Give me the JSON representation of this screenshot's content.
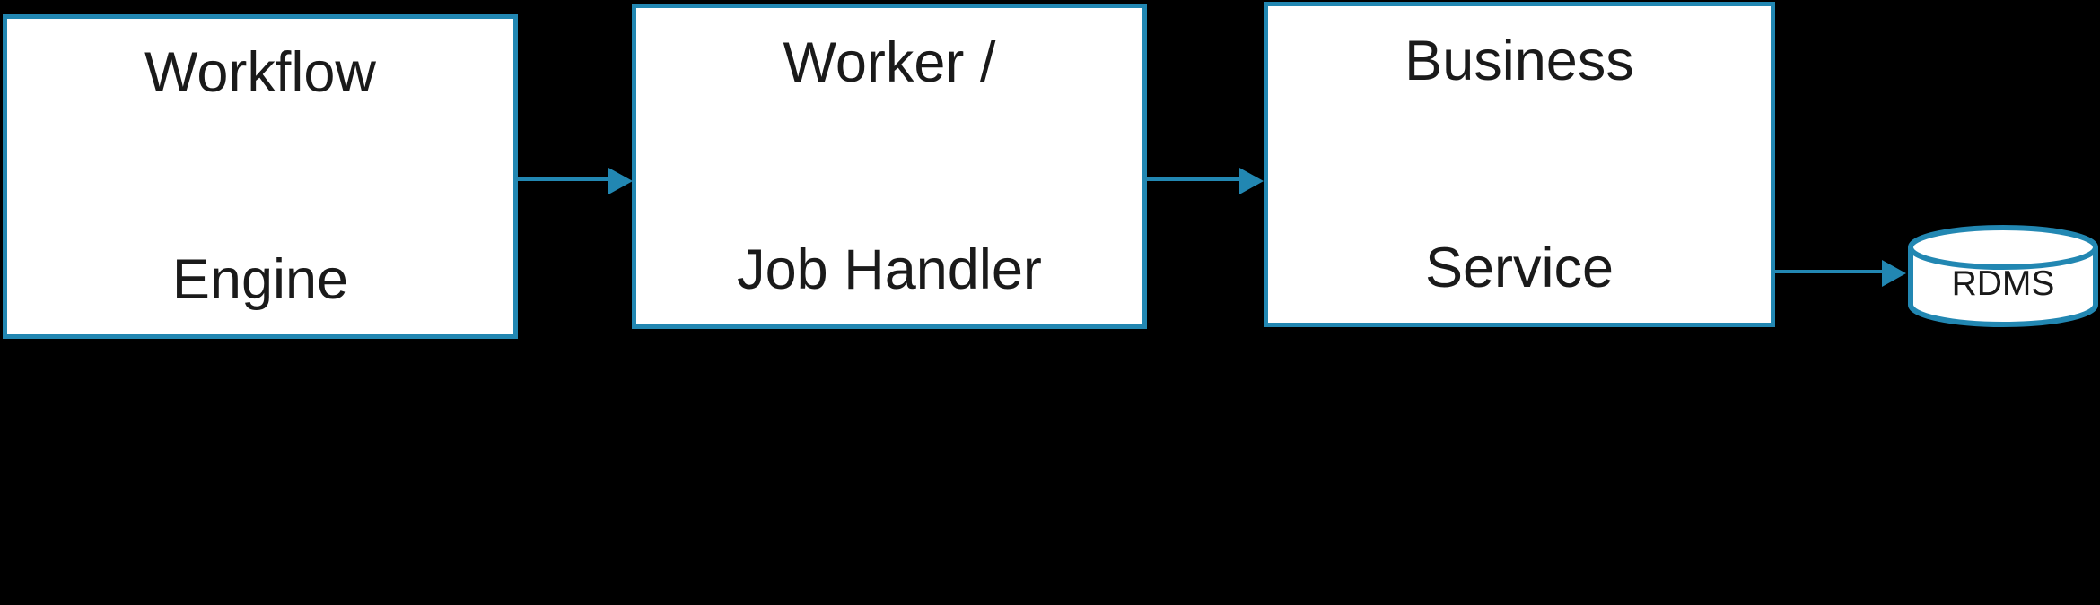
{
  "diagram": {
    "background_color": "#000000",
    "accent_color": "#2287B2",
    "node_fill_color": "#ffffff",
    "text_color": "#1a1a1a",
    "nodes": [
      {
        "id": "workflow-engine",
        "shape": "rectangle",
        "lines": [
          "Workflow",
          "Engine"
        ]
      },
      {
        "id": "worker-job-handler",
        "shape": "rectangle",
        "lines": [
          "Worker /",
          "Job Handler"
        ]
      },
      {
        "id": "business-service",
        "shape": "rectangle",
        "lines": [
          "Business",
          "Service"
        ]
      },
      {
        "id": "rdms",
        "shape": "cylinder",
        "label": "RDMS"
      }
    ],
    "connectors": [
      {
        "from": "workflow-engine",
        "to": "worker-job-handler",
        "style": "solid-arrow"
      },
      {
        "from": "worker-job-handler",
        "to": "business-service",
        "style": "solid-arrow"
      },
      {
        "from": "business-service",
        "to": "rdms",
        "style": "solid-arrow"
      }
    ]
  }
}
